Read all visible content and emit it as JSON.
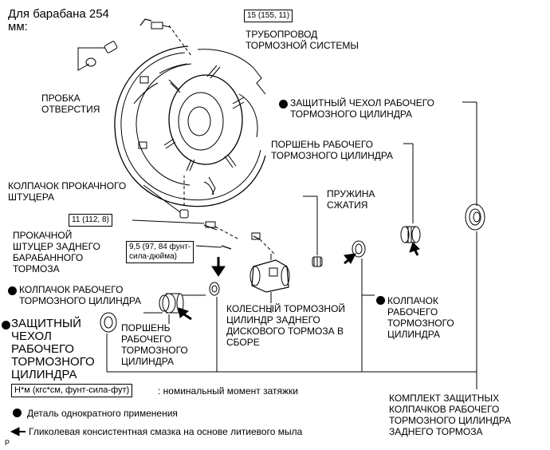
{
  "heading": "Для барабана 254\nмм:",
  "torque_boxes": {
    "pipe": "15 (155, 11)",
    "bleeder": "11 (112, 8)",
    "cylinder": "9,5 (97, 84 фунт-\nсила-дюйма)"
  },
  "labels": {
    "brake_pipe": "ТРУБОПРОВОД\nТОРМОЗНОЙ СИСТЕМЫ",
    "hole_plug": "ПРОБКА\nОТВЕРСТИЯ",
    "bleeder_cap": "КОЛПАЧОК ПРОКАЧНОГО\nШТУЦЕРА",
    "bleeder_plug": "ПРОКАЧНОЙ\nШТУЦЕР ЗАДНЕГО\nБАРАБАННОГО\nТОРМОЗА",
    "cyl_cap_left": "КОЛПАЧОК РАБОЧЕГО\nТОРМОЗНОГО ЦИЛИНДРА",
    "boot_left": "ЗАЩИТНЫЙ\nЧЕХОЛ\nРАБОЧЕГО\nТОРМОЗНОГО\nЦИЛИНДРА",
    "piston_left": "ПОРШЕНЬ\nРАБОЧЕГО\nТОРМОЗНОГО\nЦИЛИНДРА",
    "wheel_cylinder": "КОЛЕСНЫЙ ТОРМОЗНОЙ\nЦИЛИНДР ЗАДНЕГО\nДИСКОВОГО ТОРМОЗА В\nСБОРЕ",
    "spring": "ПРУЖИНА\nСЖАТИЯ",
    "cyl_cap_right": "КОЛПАЧОК\nРАБОЧЕГО\nТОРМОЗНОГО\nЦИЛИНДРА",
    "boot_right": "ЗАЩИТНЫЙ ЧЕХОЛ РАБОЧЕГО\nТОРМОЗНОГО ЦИЛИНДРА",
    "piston_right": "ПОРШЕНЬ РАБОЧЕГО\nТОРМОЗНОГО ЦИЛИНДРА",
    "kit": "КОМПЛЕКТ ЗАЩИТНЫХ\nКОЛПАЧКОВ РАБОЧЕГО\nТОРМОЗНОГО ЦИЛИНДРА\nЗАДНЕГО ТОРМОЗА"
  },
  "legend": {
    "torque_box": "Н*м (кгс*см, фунт-сила-фут)",
    "torque_text": ": номинальный момент затяжки",
    "single_use": "Деталь однократного применения",
    "grease": "Гликолевая консистентная смазка на основе литиевого мыла"
  },
  "corner_mark": "P"
}
